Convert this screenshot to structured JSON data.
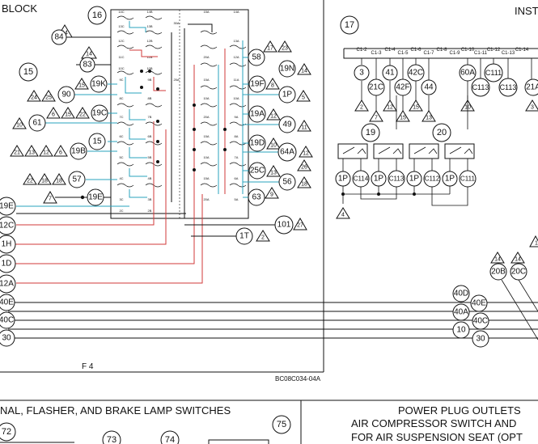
{
  "headers": {
    "top_left": "BLOCK",
    "top_right": "INST",
    "bottom_left": "NAL, FLASHER, AND BRAKE LAMP SWITCHES",
    "bottom_right_1": "POWER PLUG OUTLETS",
    "bottom_right_2": "AIR COMPRESSOR SWITCH AND",
    "bottom_right_3": "FOR AIR SUSPENSION SEAT (OPT"
  },
  "captions": {
    "panel_code": "F 4",
    "drawing_code": "BC08C034-04A"
  },
  "fuse_block": {
    "label": "16",
    "fuse_labels": [
      "14C",
      "14B",
      "13C",
      "13B",
      "12C",
      "12B",
      "11C",
      "11B",
      "10C",
      "10B",
      "9C",
      "9B",
      "8C",
      "8B",
      "7C",
      "7B",
      "6C",
      "6B",
      "5C",
      "5B",
      "4C",
      "4B",
      "3C",
      "3B",
      "2C",
      "2B",
      "1C",
      "1B",
      "15A",
      "14A",
      "13A",
      "12A",
      "11A",
      "10A",
      "9A",
      "8A",
      "7A",
      "6A",
      "5A",
      "4A",
      "3A",
      "2A",
      "1A",
      "25A",
      "20A",
      "15A",
      "10A",
      "20A",
      "15A",
      "10A",
      "15A",
      "20A",
      "10A",
      "15A",
      "20A",
      "10A",
      "30A",
      "20A",
      "15A",
      "10A",
      "20A",
      "15A",
      "10A"
    ]
  },
  "left_connectors": [
    {
      "label": "84",
      "tri": "14"
    },
    {
      "label": "83",
      "tri": "14"
    },
    {
      "label": "15"
    },
    {
      "label": "19K",
      "tri": "15"
    },
    {
      "label": "90",
      "tri1": "24",
      "tri2": "25"
    },
    {
      "label": "19C",
      "tri1": "6",
      "tri2": "15",
      "tri3": "22"
    },
    {
      "label": "61",
      "tri": "10"
    },
    {
      "label": "15"
    },
    {
      "label": "19B",
      "tri1": "21",
      "tri2": "13",
      "tri3": "12",
      "tri4": "6"
    },
    {
      "label": "57",
      "tri1": "22",
      "tri2": "18",
      "tri3": "18"
    },
    {
      "label": "19E",
      "tri": "7"
    },
    {
      "label": "19E"
    },
    {
      "label": "12C"
    },
    {
      "label": "1H"
    },
    {
      "label": "1D"
    },
    {
      "label": "12A"
    },
    {
      "label": "40E"
    },
    {
      "label": "40C"
    },
    {
      "label": "30"
    }
  ],
  "right_connectors": [
    {
      "label": "58",
      "tri": "17",
      "tri_b": "23"
    },
    {
      "label": "19N",
      "tri": "14"
    },
    {
      "label": "19F",
      "tri": "8"
    },
    {
      "label": "1P",
      "tri": "5"
    },
    {
      "label": "19A",
      "tri": "12"
    },
    {
      "label": "49",
      "tri": "11"
    },
    {
      "label": "19D",
      "tri": "10"
    },
    {
      "label": "64A",
      "tri": "12",
      "tri_b": "26"
    },
    {
      "label": "25C",
      "tri": "13"
    },
    {
      "label": "56",
      "tri": "18"
    },
    {
      "label": "63",
      "tri": "9"
    },
    {
      "label": "101",
      "tri": "27"
    },
    {
      "label": "1T",
      "tri": "2"
    }
  ],
  "instrument": {
    "label": "17",
    "pins": [
      "C1-2",
      "C1-3",
      "C1-4",
      "C1-5",
      "C1-6",
      "C1-7",
      "C1-8",
      "C1-9",
      "C1-10",
      "C1-11",
      "C1-12",
      "C1-13",
      "C1-14"
    ],
    "wires": [
      {
        "label": "3",
        "tri": "2"
      },
      {
        "label": "21C",
        "tri": "7"
      },
      {
        "label": "41",
        "tri": "12"
      },
      {
        "label": "42F",
        "tri": "15"
      },
      {
        "label": "42C",
        "tri": "15"
      },
      {
        "label": "44",
        "tri": "13"
      },
      {
        "label": "60A",
        "tri": "10"
      },
      {
        "label": "C113"
      },
      {
        "label": "C111"
      },
      {
        "label": "C113"
      },
      {
        "label": "21A",
        "tri": "3"
      }
    ]
  },
  "switches": {
    "label_a": "19",
    "label_b": "20",
    "connectors": [
      "1P",
      "C114",
      "1P",
      "C113",
      "1P",
      "C112",
      "1P",
      "C111"
    ],
    "ground_tri": "4"
  },
  "right_side": {
    "tri_a": "14",
    "tri_b": "14",
    "circ_a": "20B",
    "circ_b": "20C",
    "tri_c": "1",
    "circles": [
      "40D",
      "40E",
      "40A",
      "40C",
      "10",
      "30"
    ]
  },
  "bottom_panel": {
    "circ_1": "72",
    "circ_2": "73",
    "circ_3": "74",
    "circ_4": "75"
  }
}
